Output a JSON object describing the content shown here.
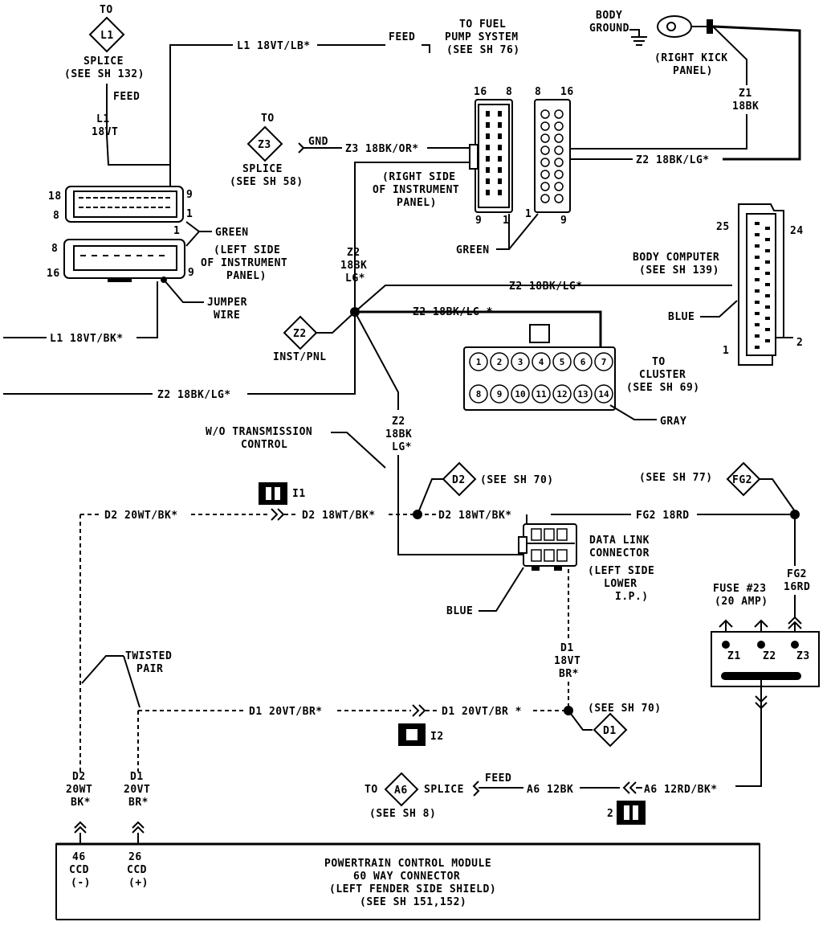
{
  "labels": {
    "to_l1": "TO",
    "l1": "L1",
    "splice_l1": "SPLICE",
    "see_sh132": "(SEE SH 132)",
    "feed_l1": "FEED",
    "l1_wire_a": "L1",
    "l1_wire_b": "18VT",
    "l1_top_wire": "L1 18VT/LB*",
    "feed_fuel": "FEED",
    "to_fuel_1": "TO FUEL",
    "to_fuel_2": "PUMP SYSTEM",
    "to_fuel_3": "(SEE SH 76)",
    "body_ground_1": "BODY",
    "body_ground_2": "GROUND",
    "right_kick_1": "(RIGHT KICK",
    "right_kick_2": "PANEL)",
    "z1_wire_a": "Z1",
    "z1_wire_b": "18BK",
    "to_z3": "TO",
    "z3": "Z3",
    "splice_z3": "SPLICE",
    "see_sh58": "(SEE SH 58)",
    "gnd": "GND",
    "z3_wire": "Z3 18BK/OR*",
    "z2_wire_right": "Z2 18BK/LG*",
    "right_side_1": "(RIGHT SIDE",
    "right_side_2": "OF INSTRUMENT",
    "right_side_3": "PANEL)",
    "conn_r_16a": "16",
    "conn_r_8a": "8",
    "conn_r_8b": "8",
    "conn_r_16b": "16",
    "conn_r_9a": "9",
    "conn_r_1a": "1",
    "conn_r_1b": "1",
    "conn_r_9b": "9",
    "green_right": "GREEN",
    "conn_l_18": "18",
    "conn_l_9a": "9",
    "conn_l_8a": "8",
    "conn_l_1a": "1",
    "conn_l_8b": "8",
    "conn_l_16": "16",
    "conn_l_1b": "1",
    "conn_l_9b": "9",
    "green_left": "GREEN",
    "left_side_1": "(LEFT SIDE",
    "left_side_2": "OF INSTRUMENT",
    "left_side_3": "PANEL)",
    "jumper_1": "JUMPER",
    "jumper_2": "WIRE",
    "l1_bottom_wire": "L1 18VT/BK*",
    "z2_vert_a": "Z2",
    "z2_vert_b": "18BK",
    "z2_vert_c": "LG*",
    "z2_diamond": "Z2",
    "inst_pnl": "INST/PNL",
    "z2_body_wire": "Z2 18BK/LG*",
    "z2_cluster_wire": "Z2 18BK/LG *",
    "z2_left_wire": "Z2 18BK/LG*",
    "body_comp_1": "BODY COMPUTER",
    "body_comp_2": "(SEE SH 139)",
    "bc_25": "25",
    "bc_24": "24",
    "bc_1": "1",
    "bc_2": "2",
    "blue_bc": "BLUE",
    "to_cluster_1": "TO",
    "to_cluster_2": "CLUSTER",
    "to_cluster_3": "(SEE SH 69)",
    "gray": "GRAY",
    "wo_trans_1": "W/O TRANSMISSION",
    "wo_trans_2": "CONTROL",
    "z2_low_a": "Z2",
    "z2_low_b": "18BK",
    "z2_low_c": "LG*",
    "d2_diamond": "D2",
    "see_sh70_a": "(SEE SH 70)",
    "see_sh77": "(SEE SH 77)",
    "fg2_diamond": "FG2",
    "i1": "I1",
    "d2_wire_left": "D2 20WT/BK*",
    "d2_wire_mid": "D2 18WT/BK*",
    "d2_wire_right": "D2 18WT/BK*",
    "fg2_wire": "FG2 18RD",
    "dlc_1": "DATA LINK",
    "dlc_2": "CONNECTOR",
    "dlc_3": "(LEFT SIDE",
    "dlc_4": "LOWER",
    "dlc_5": "I.P.)",
    "fg2_vert_a": "FG2",
    "fg2_vert_b": "16RD",
    "fuse_1": "FUSE #23",
    "fuse_2": "(20 AMP)",
    "blue_dlc": "BLUE",
    "twisted_1": "TWISTED",
    "twisted_2": "PAIR",
    "d1_vert_a": "D1",
    "d1_vert_b": "18VT",
    "d1_vert_c": "BR*",
    "z1_fuse": "Z1",
    "z2_fuse": "Z2",
    "z3_fuse": "Z3",
    "d1_wire_left": "D1 20VT/BR*",
    "d1_wire_right": "D1 20VT/BR *",
    "see_sh70_b": "(SEE SH 70)",
    "d1_diamond": "D1",
    "i2": "I2",
    "to_a6": "TO",
    "a6_diamond": "A6",
    "splice_a6": "SPLICE",
    "feed_a6": "FEED",
    "a6_wire": "A6 12BK",
    "a6_wire_right": "A6 12RD/BK*",
    "see_sh8": "(SEE SH 8)",
    "num_2": "2",
    "d2_pcm_a": "D2",
    "d2_pcm_b": "20WT",
    "d2_pcm_c": "BK*",
    "d1_pcm_a": "D1",
    "d1_pcm_b": "20VT",
    "d1_pcm_c": "BR*",
    "pin46": "46",
    "ccd_a": "CCD",
    "minus": "(-)",
    "pin26": "26",
    "ccd_b": "CCD",
    "plus": "(+)",
    "pcm_1": "POWERTRAIN CONTROL MODULE",
    "pcm_2": "60 WAY CONNECTOR",
    "pcm_3": "(LEFT FENDER SIDE SHIELD)",
    "pcm_4": "(SEE SH 151,152)"
  },
  "cluster_pins_top": [
    "1",
    "2",
    "3",
    "4",
    "5",
    "6",
    "7"
  ],
  "cluster_pins_bottom": [
    "8",
    "9",
    "10",
    "11",
    "12",
    "13",
    "14"
  ]
}
